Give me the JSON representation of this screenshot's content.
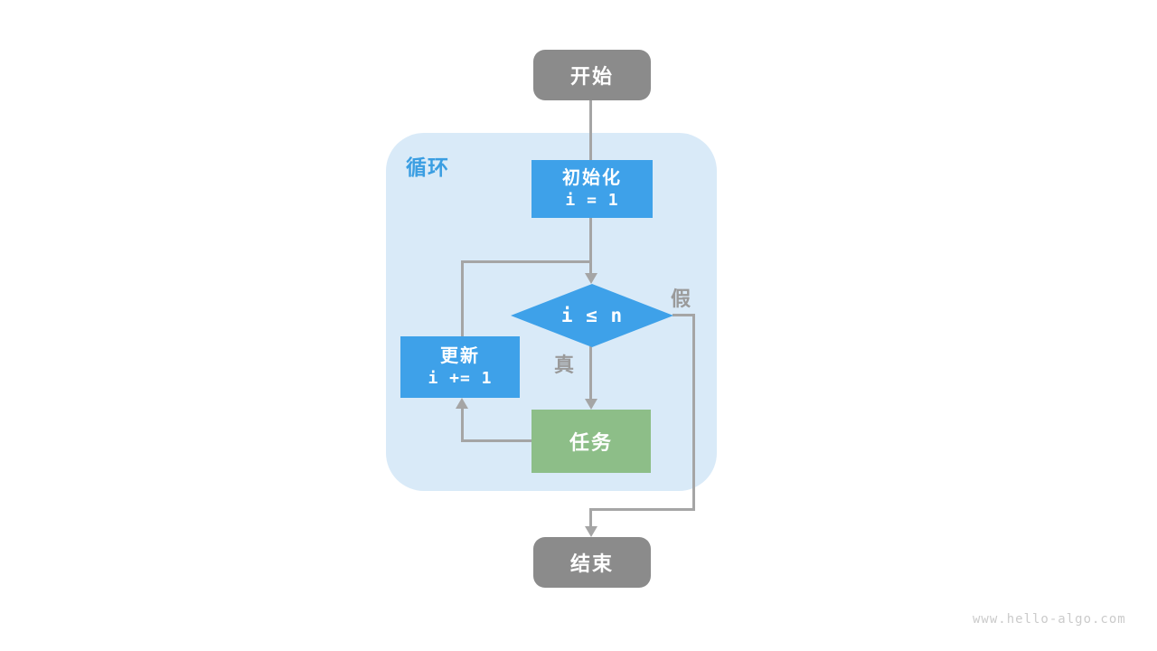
{
  "colors": {
    "node_gray": "#8B8B8B",
    "node_blue": "#3EA1E9",
    "node_green": "#8DBE88",
    "loop_bg": "#D9EAF8",
    "loop_label_blue": "#3B9EE2",
    "connector_gray": "#A5A5A5",
    "edge_label_gray": "#9A9A9A",
    "watermark_gray": "#CBCBCB"
  },
  "flowchart": {
    "start": {
      "label": "开始"
    },
    "loop_region": {
      "label": "循环"
    },
    "init": {
      "title": "初始化",
      "code": "i = 1"
    },
    "condition": {
      "expression": "i ≤ n"
    },
    "branch_false": {
      "label": "假"
    },
    "branch_true": {
      "label": "真"
    },
    "update": {
      "title": "更新",
      "code": "i += 1"
    },
    "task": {
      "label": "任务"
    },
    "end": {
      "label": "结束"
    }
  },
  "page": {
    "watermark": "www.hello-algo.com"
  }
}
